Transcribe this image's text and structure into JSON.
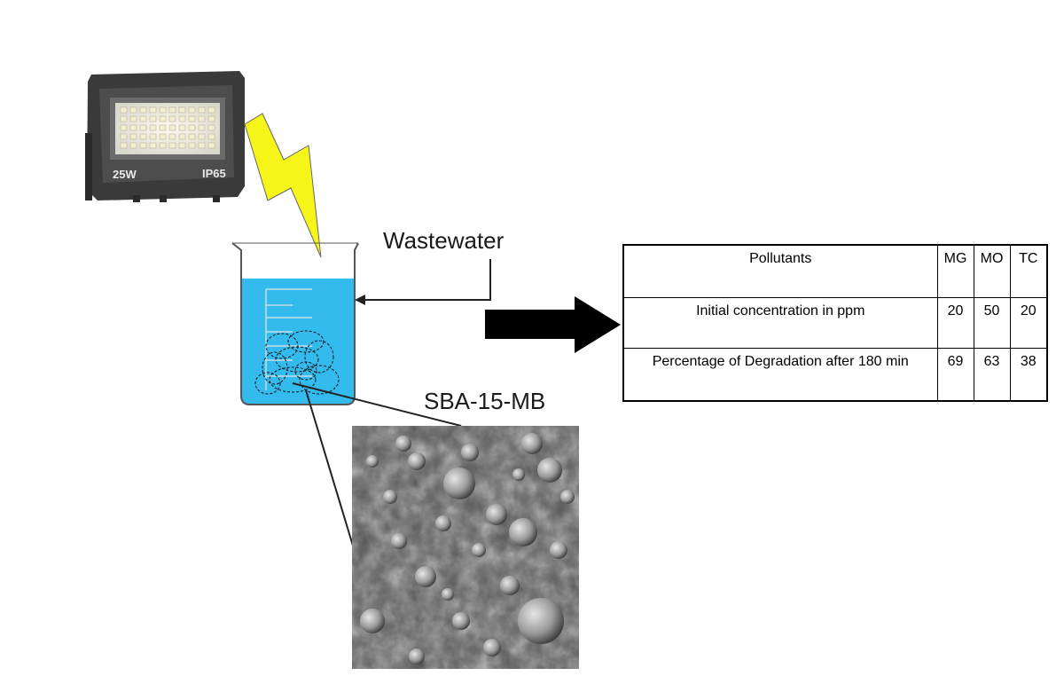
{
  "lamp": {
    "power_label": "25W",
    "rating_label": "IP65",
    "icon": "led-floodlight-icon"
  },
  "labels": {
    "wastewater": "Wastewater",
    "catalyst": "SBA-15-MB"
  },
  "table": {
    "header": [
      "Pollutants",
      "MG",
      "MO",
      "TC"
    ],
    "rows": [
      [
        "Initial concentration in ppm",
        "20",
        "50",
        "20"
      ],
      [
        "Percentage of Degradation after 180 min",
        "69",
        "63",
        "38"
      ]
    ]
  },
  "colors": {
    "water": "#33bbee",
    "lightning": "#f5f51a",
    "lamp_body": "#3a3a3a",
    "arrow": "#000000"
  }
}
